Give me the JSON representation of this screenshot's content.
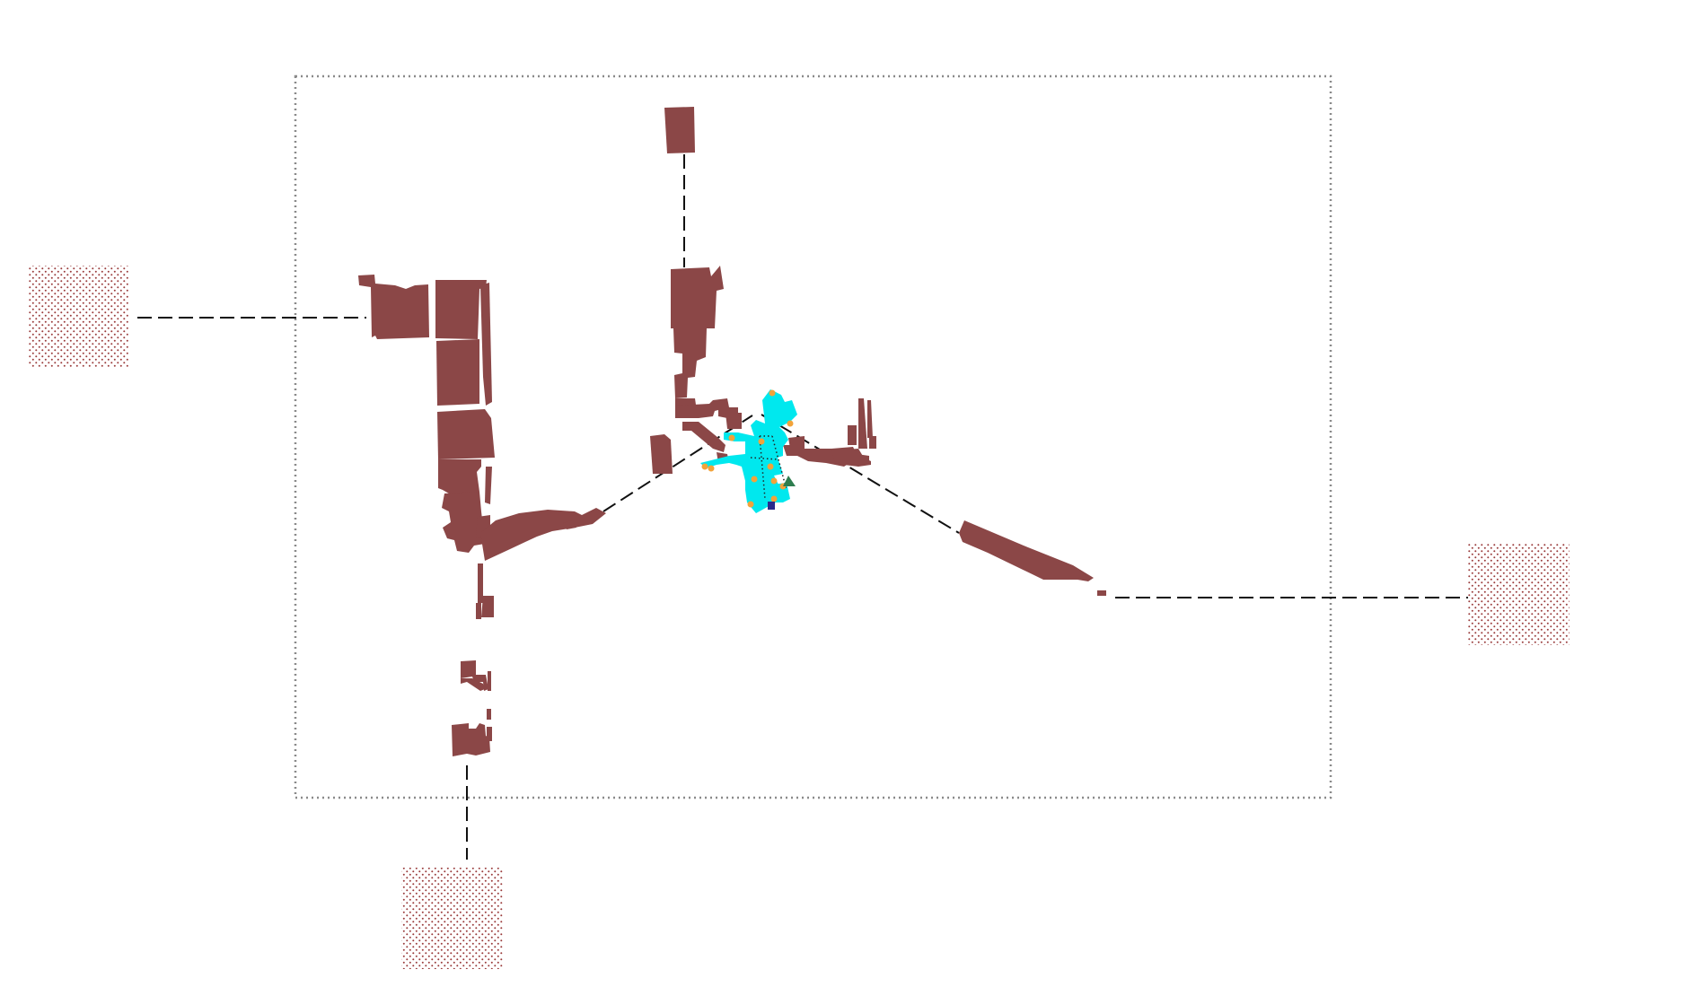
{
  "colors": {
    "parcel": "#8b4747",
    "hub": "#00e8ee",
    "hub_node": "#f2a33a",
    "boundary": "#8a8a8a",
    "connector": "#111111",
    "hatch": "#9a3b3b",
    "marker_triangle": "#2e7d4f",
    "marker_square": "#2a2a8c"
  },
  "icons": {
    "external_node": "stippled-square",
    "hub_node": "circle-dot",
    "marker": "triangle"
  }
}
